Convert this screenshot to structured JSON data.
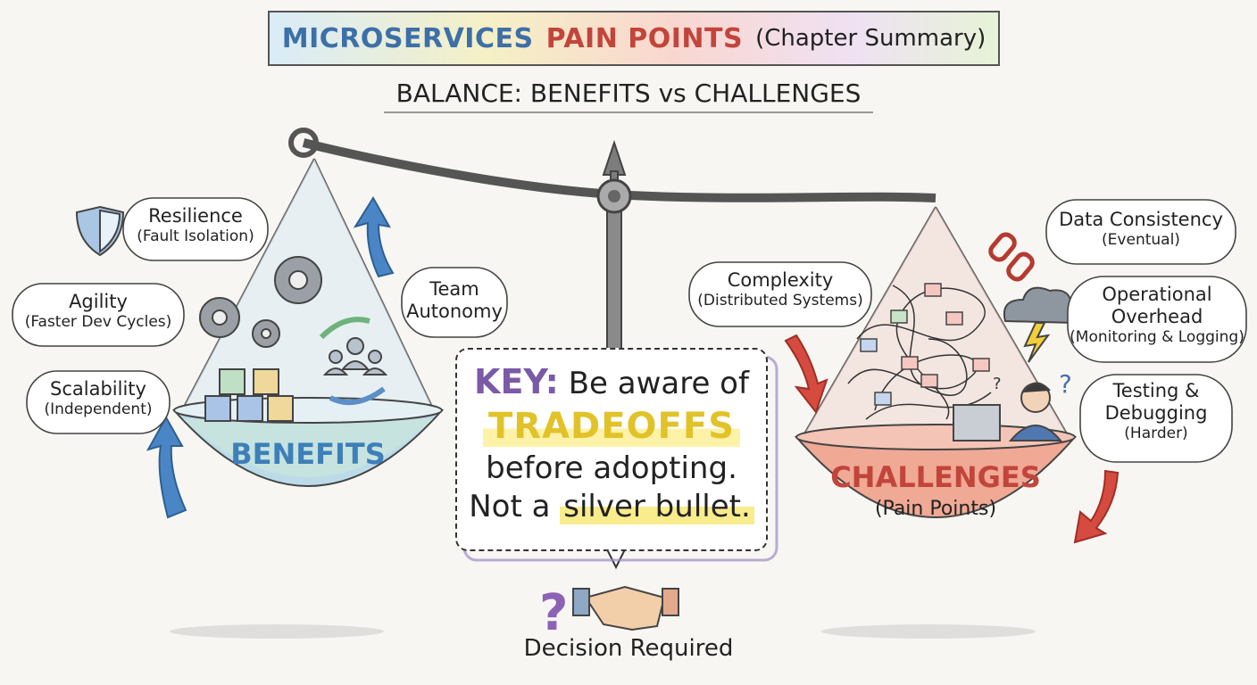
{
  "title": {
    "part1": "MICROSERVICES",
    "part2": "PAIN POINTS",
    "part3": "(Chapter Summary)"
  },
  "subtitle": "BALANCE: BENEFITS vs CHALLENGES",
  "benefits": {
    "label": "BENEFITS",
    "items": [
      {
        "name": "Resilience",
        "detail": "(Fault Isolation)",
        "icon": "shield-icon"
      },
      {
        "name": "Agility",
        "detail": "(Faster Dev Cycles)"
      },
      {
        "name": "Scalability",
        "detail": "(Independent)"
      },
      {
        "name": "Team",
        "detail": "Autonomy"
      }
    ]
  },
  "challenges": {
    "label": "CHALLENGES",
    "sublabel": "(Pain Points)",
    "items": [
      {
        "name": "Complexity",
        "detail": "(Distributed Systems)"
      },
      {
        "name": "Data Consistency",
        "detail": "(Eventual)",
        "icon": "broken-link-icon"
      },
      {
        "name": "Operational",
        "name2": "Overhead",
        "detail": "(Monitoring & Logging)",
        "icon": "storm-cloud-icon"
      },
      {
        "name": "Testing &",
        "name2": "Debugging",
        "detail": "(Harder)"
      }
    ]
  },
  "key": {
    "label": "KEY:",
    "line1": "Be aware of",
    "highlight": "TRADEOFFS",
    "line3": "before adopting.",
    "line4a": "Not a",
    "line4b": "silver bullet."
  },
  "decision": {
    "text": "Decision Required",
    "icons": [
      "question-mark-icon",
      "handshake-icon"
    ]
  },
  "colors": {
    "benefits": "#3d7fb8",
    "challenges": "#c2453c",
    "key": "#7b5aa6",
    "highlight": "#e1c229"
  }
}
